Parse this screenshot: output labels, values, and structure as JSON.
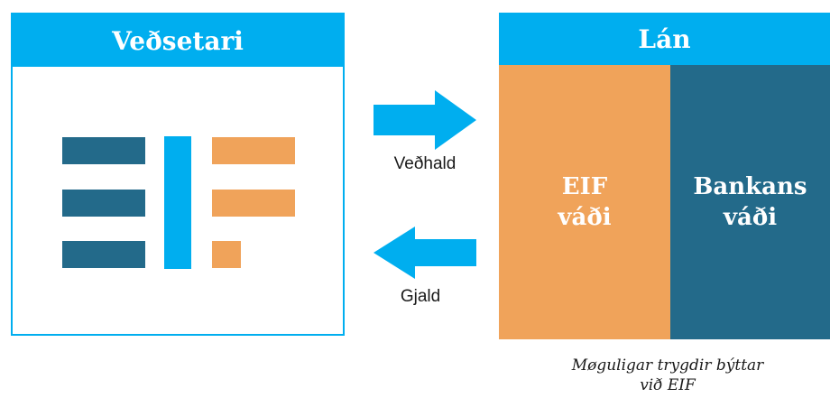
{
  "guarantor": {
    "title": "Veðsetari"
  },
  "loan": {
    "title": "Lán",
    "eif_risk": {
      "line1": "EIF",
      "line2": "váði"
    },
    "bank_risk": {
      "line1": "Bankans",
      "line2": "váði"
    }
  },
  "arrows": {
    "forward_label": "Veðhald",
    "back_label": "Gjald"
  },
  "caption": {
    "line1": "Møguligar trygdir býttar",
    "line2": "við EIF"
  },
  "colors": {
    "accent_blue": "#00aeef",
    "dark_teal": "#236a8a",
    "orange": "#f0a35a"
  },
  "icons": [
    "eif-logo-icon",
    "arrow-right-icon",
    "arrow-left-icon"
  ]
}
